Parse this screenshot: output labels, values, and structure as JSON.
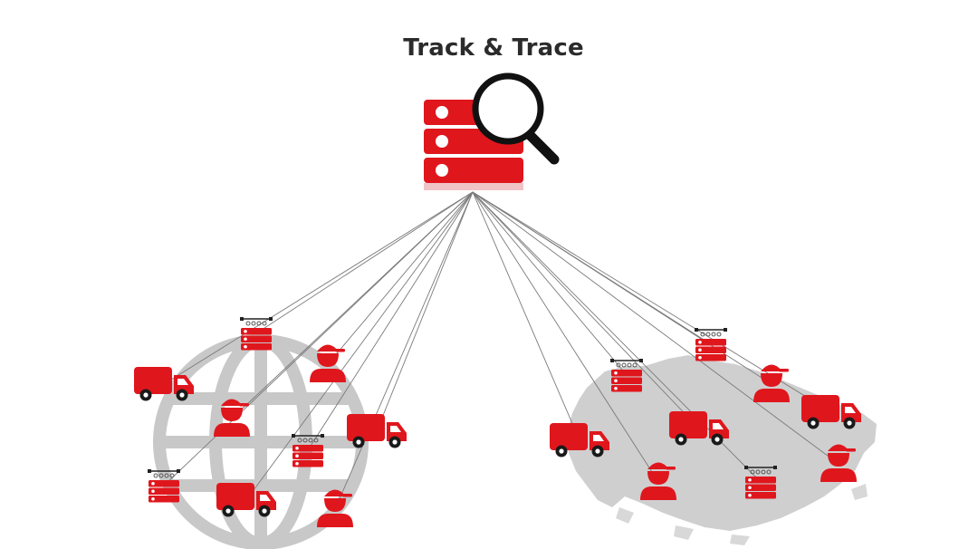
{
  "title": "Track & Trace",
  "colors": {
    "accent": "#e0161d",
    "network": "#c8c8c8",
    "lines": "#7a7a7a",
    "ink": "#2b2b2b"
  },
  "central_hub": {
    "icon": "server-magnifier-icon"
  },
  "networks": [
    {
      "name": "global-network",
      "icon": "globe-icon",
      "nodes": [
        {
          "type": "server",
          "icon": "server-icon"
        },
        {
          "type": "courier",
          "icon": "courier-icon"
        },
        {
          "type": "truck",
          "icon": "truck-icon"
        },
        {
          "type": "courier",
          "icon": "courier-icon"
        },
        {
          "type": "truck",
          "icon": "truck-icon"
        },
        {
          "type": "server",
          "icon": "server-icon"
        },
        {
          "type": "server",
          "icon": "server-icon"
        },
        {
          "type": "truck",
          "icon": "truck-icon"
        },
        {
          "type": "courier",
          "icon": "courier-icon"
        }
      ]
    },
    {
      "name": "regional-network",
      "icon": "country-map-icon",
      "nodes": [
        {
          "type": "server",
          "icon": "server-icon"
        },
        {
          "type": "server",
          "icon": "server-icon"
        },
        {
          "type": "courier",
          "icon": "courier-icon"
        },
        {
          "type": "truck",
          "icon": "truck-icon"
        },
        {
          "type": "truck",
          "icon": "truck-icon"
        },
        {
          "type": "truck",
          "icon": "truck-icon"
        },
        {
          "type": "courier",
          "icon": "courier-icon"
        },
        {
          "type": "courier",
          "icon": "courier-icon"
        },
        {
          "type": "server",
          "icon": "server-icon"
        }
      ]
    }
  ]
}
